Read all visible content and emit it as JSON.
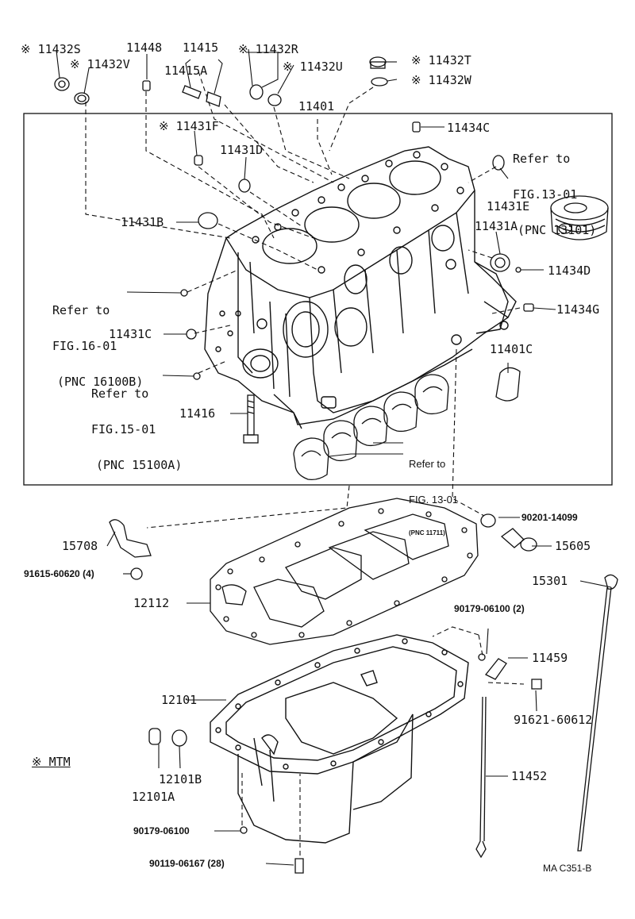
{
  "labels": {
    "p11432S": "※ 11432S",
    "p11432V": "※ 11432V",
    "p11448": "11448",
    "p11415": "11415",
    "p11415A": "11415A",
    "p11432R": "※ 11432R",
    "p11432U": "※ 11432U",
    "p11432T": "※ 11432T",
    "p11432W": "※ 11432W",
    "p11401": "11401",
    "p11434C": "11434C",
    "p11431F": "※ 11431F",
    "p11431D": "11431D",
    "p11431B": "11431B",
    "p11431E": "11431E",
    "p11431A": "11431A",
    "p11434D": "11434D",
    "p11434G": "11434G",
    "p11431C": "11431C",
    "p11401C": "11401C",
    "p11416": "11416",
    "p90201": "90201-14099",
    "p15605": "15605",
    "p15708": "15708",
    "p91615": "91615-60620 (4)",
    "p12112": "12112",
    "p15301": "15301",
    "p90179a": "90179-06100 (2)",
    "p11459": "11459",
    "p12101": "12101",
    "p91621": "91621-60612",
    "p12101B": "12101B",
    "p12101A": "12101A",
    "p11452": "11452",
    "p90179b": "90179-06100",
    "p90119": "90119-06167 (28)",
    "mtm": "※  MTM",
    "code": "MA C351-B"
  },
  "refs": {
    "fig1301_top_a": "Refer to",
    "fig1301_top_b": "FIG.13-01",
    "fig1301_top_c": "(PNC 13101)",
    "fig1601_a": "Refer to",
    "fig1601_b": "FIG.16-01",
    "fig1601_c": "(PNC 16100B)",
    "fig1501_a": "Refer to",
    "fig1501_b": "FIG.15-01",
    "fig1501_c": "(PNC 15100A)",
    "fig1301_bot_a": "Refer to",
    "fig1301_bot_b": "FIG. 13-01",
    "fig1301_bot_c": "(PNC 11711)"
  }
}
